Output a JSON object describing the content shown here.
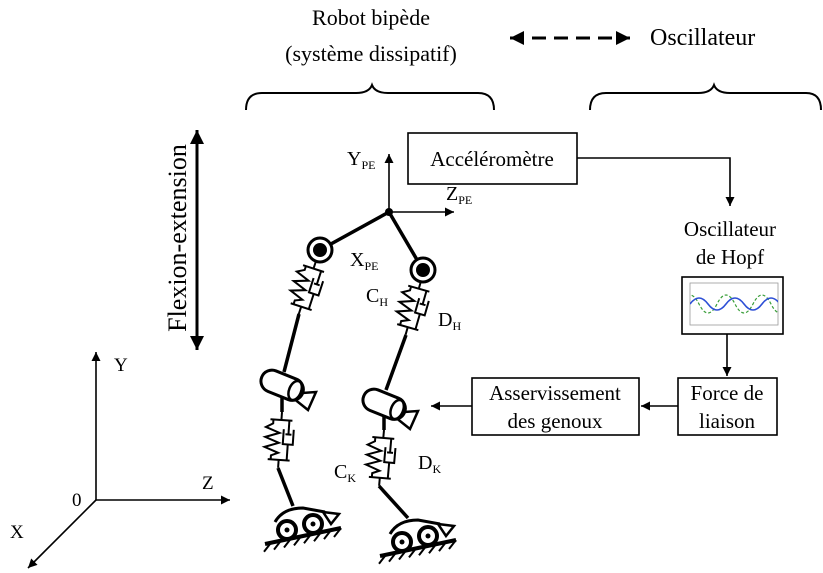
{
  "robot": {
    "title_line1": "Robot bipède",
    "title_line2": "(système dissipatif)"
  },
  "oscillator_header": "Oscillateur",
  "flexion_label": "Flexion-extension",
  "blocks": {
    "accelerometer": "Accéléromètre",
    "hopf": {
      "line1": "Oscillateur",
      "line2": "de Hopf"
    },
    "force": {
      "line1": "Force de",
      "line2": "liaison"
    },
    "knee_control": {
      "line1": "Asservissement",
      "line2": "des genoux"
    }
  },
  "robot_frame": {
    "y": {
      "main": "Y",
      "sub": "PE"
    },
    "z": {
      "main": "Z",
      "sub": "PE"
    },
    "x": {
      "main": "X",
      "sub": "PE"
    }
  },
  "joint_labels": {
    "ch": {
      "main": "C",
      "sub": "H"
    },
    "dh": {
      "main": "D",
      "sub": "H"
    },
    "ck": {
      "main": "C",
      "sub": "K"
    },
    "dk": {
      "main": "D",
      "sub": "K"
    }
  },
  "world_axes": {
    "y": "Y",
    "z": "Z",
    "x": "X",
    "origin": "0"
  },
  "colors": {
    "stroke": "#000000",
    "plot_series_1": "#2d4fd6",
    "plot_series_2": "#3a9e3a",
    "plot_frame": "#9a9a9a"
  }
}
